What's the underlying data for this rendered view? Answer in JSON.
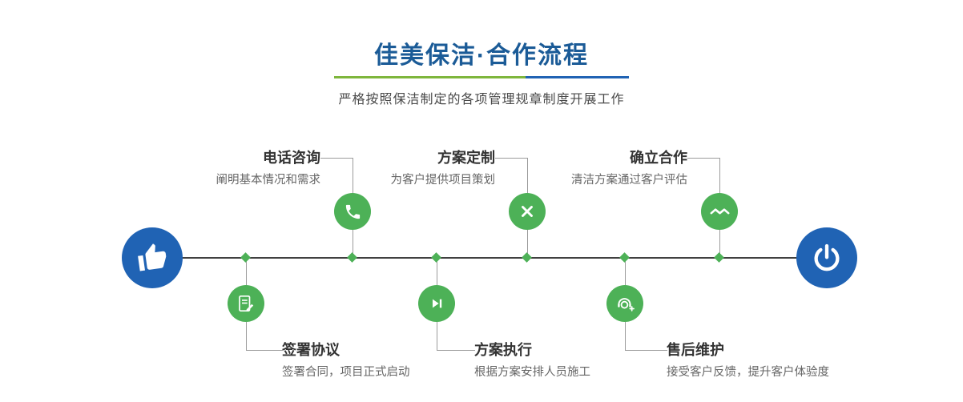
{
  "header": {
    "title": "佳美保洁·合作流程",
    "subtitle": "严格按照保洁制定的各项管理规章制度开展工作"
  },
  "timeline": {
    "start_icon": "pointing-hand",
    "end_icon": "power",
    "steps": [
      {
        "title": "电话咨询",
        "desc": "阐明基本情况和需求",
        "icon": "phone",
        "position": "top"
      },
      {
        "title": "方案定制",
        "desc": "为客户提供项目策划",
        "icon": "design-tools",
        "position": "top"
      },
      {
        "title": "确立合作",
        "desc": "清洁方案通过客户评估",
        "icon": "handshake",
        "position": "top"
      },
      {
        "title": "签署协议",
        "desc": "签署合同，项目正式启动",
        "icon": "document-edit",
        "position": "bottom"
      },
      {
        "title": "方案执行",
        "desc": "根据方案安排人员施工",
        "icon": "play",
        "position": "bottom"
      },
      {
        "title": "售后维护",
        "desc": "接受客户反馈，提升客户体验度",
        "icon": "headset",
        "position": "bottom"
      }
    ]
  },
  "colors": {
    "title_blue": "#1b5b97",
    "node_green": "#4db157",
    "endpoint_blue": "#2063b4",
    "divider_green": "#7eb63c",
    "divider_blue": "#2063b4",
    "timeline_dark": "#404040",
    "connector_gray": "#9b9b9b"
  }
}
